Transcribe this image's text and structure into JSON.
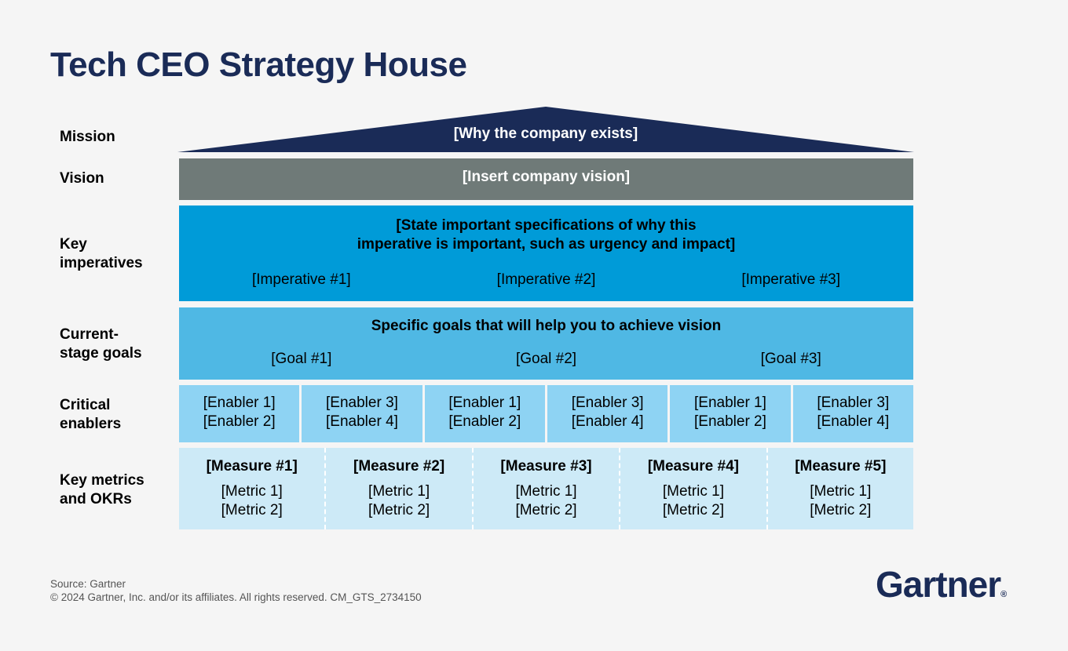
{
  "title": "Tech CEO Strategy House",
  "labels": {
    "mission": "Mission",
    "vision": "Vision",
    "imperatives_1": "Key",
    "imperatives_2": "imperatives",
    "goals_1": "Current-",
    "goals_2": "stage goals",
    "enablers_1": "Critical",
    "enablers_2": "enablers",
    "metrics_1": "Key metrics",
    "metrics_2": "and OKRs"
  },
  "mission_text": "[Why the company exists]",
  "vision_text": "[Insert company vision]",
  "imperatives": {
    "heading_line1": "[State important specifications of why this",
    "heading_line2": "imperative is important, such as urgency and impact]",
    "items": [
      "[Imperative #1]",
      "[Imperative #2]",
      "[Imperative #3]"
    ]
  },
  "goals": {
    "heading": "Specific goals that will help you to achieve vision",
    "items": [
      "[Goal #1]",
      "[Goal #2]",
      "[Goal #3]"
    ]
  },
  "enablers": [
    {
      "line1": "[Enabler 1]",
      "line2": "[Enabler 2]"
    },
    {
      "line1": "[Enabler 3]",
      "line2": "[Enabler 4]"
    },
    {
      "line1": "[Enabler 1]",
      "line2": "[Enabler 2]"
    },
    {
      "line1": "[Enabler 3]",
      "line2": "[Enabler 4]"
    },
    {
      "line1": "[Enabler 1]",
      "line2": "[Enabler 2]"
    },
    {
      "line1": "[Enabler 3]",
      "line2": "[Enabler 4]"
    }
  ],
  "metrics": [
    {
      "measure": "[Measure #1]",
      "metric1": "[Metric 1]",
      "metric2": "[Metric 2]"
    },
    {
      "measure": "[Measure #2]",
      "metric1": "[Metric 1]",
      "metric2": "[Metric 2]"
    },
    {
      "measure": "[Measure #3]",
      "metric1": "[Metric 1]",
      "metric2": "[Metric 2]"
    },
    {
      "measure": "[Measure #4]",
      "metric1": "[Metric 1]",
      "metric2": "[Metric 2]"
    },
    {
      "measure": "[Measure #5]",
      "metric1": "[Metric 1]",
      "metric2": "[Metric 2]"
    }
  ],
  "footer": {
    "source": "Source: Gartner",
    "copyright": "© 2024 Gartner, Inc. and/or its affiliates. All rights reserved. CM_GTS_2734150"
  },
  "logo": {
    "text": "Gartner",
    "mark": "®"
  },
  "colors": {
    "roof": "#1a2b57",
    "vision": "#6f7a78",
    "imperatives": "#009bd8",
    "goals": "#4fb8e4",
    "enablers": "#8ed3f3",
    "metrics": "#cdeaf7"
  }
}
